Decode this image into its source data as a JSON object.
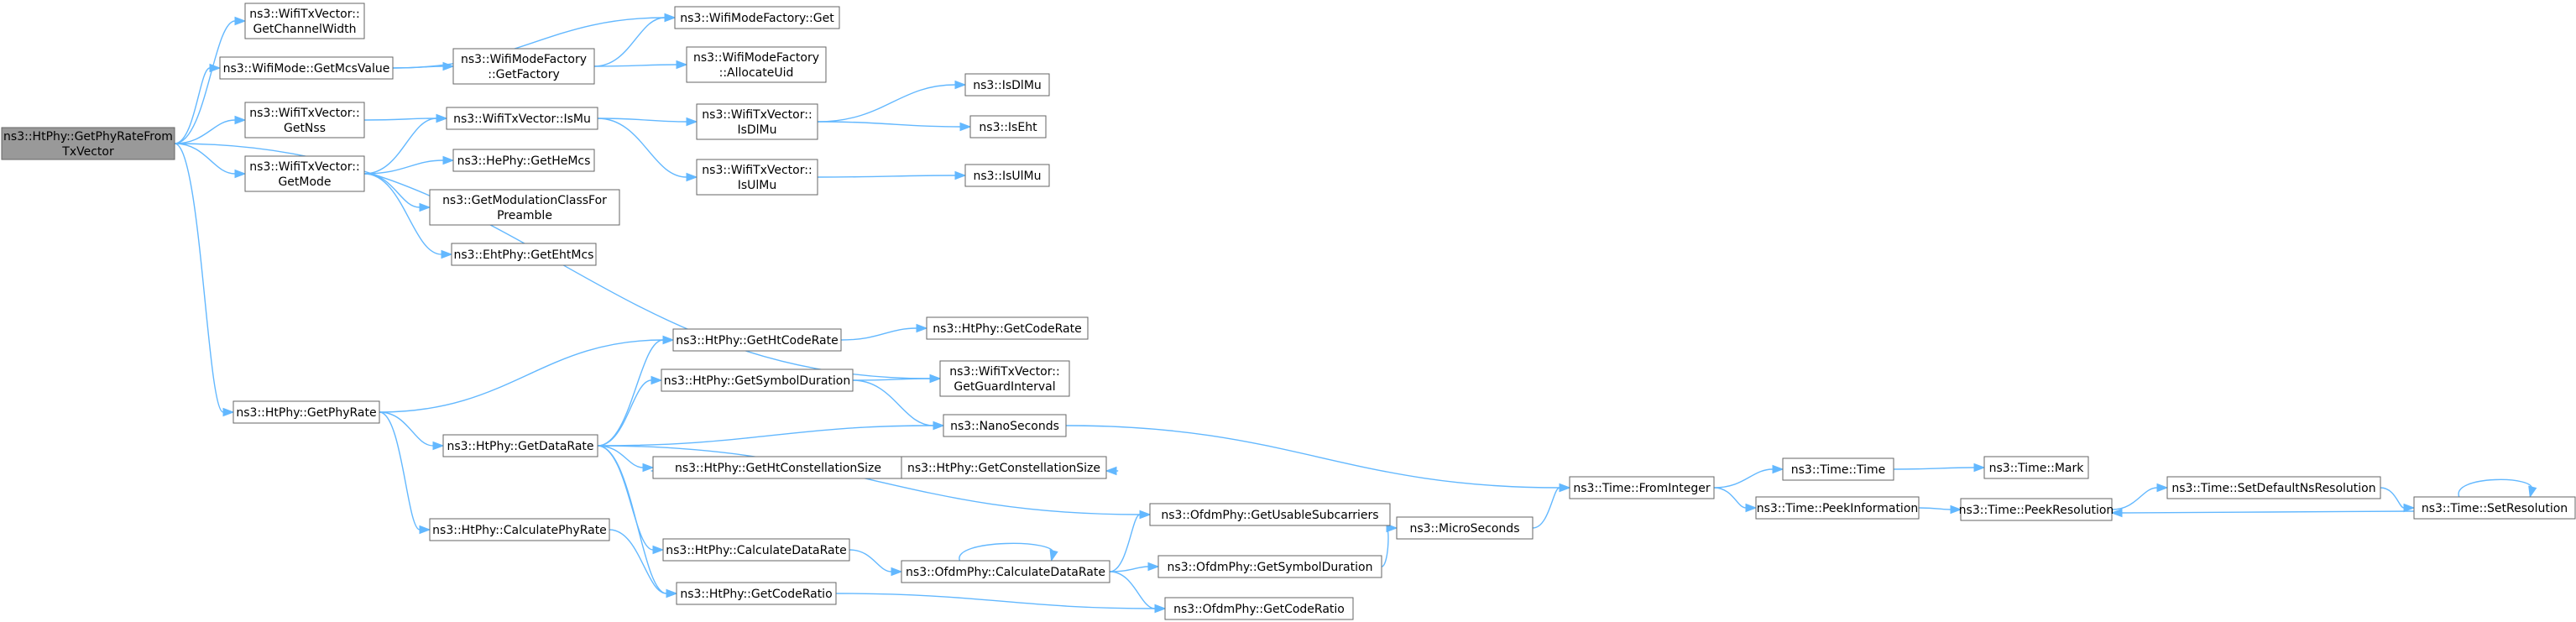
{
  "nodes": [
    {
      "id": "root",
      "lines": [
        "ns3::HtPhy::GetPhyRateFrom",
        "TxVector"
      ],
      "root": true
    },
    {
      "id": "getChannelWidth",
      "lines": [
        "ns3::WifiTxVector::",
        "GetChannelWidth"
      ]
    },
    {
      "id": "getMcsValue",
      "lines": [
        "ns3::WifiMode::GetMcsValue"
      ]
    },
    {
      "id": "getNss",
      "lines": [
        "ns3::WifiTxVector::",
        "GetNss"
      ]
    },
    {
      "id": "getMode",
      "lines": [
        "ns3::WifiTxVector::",
        "GetMode"
      ]
    },
    {
      "id": "getPhyRate",
      "lines": [
        "ns3::HtPhy::GetPhyRate"
      ]
    },
    {
      "id": "modeFactoryGet",
      "lines": [
        "ns3::WifiModeFactory::Get"
      ]
    },
    {
      "id": "getFactory",
      "lines": [
        "ns3::WifiModeFactory",
        "::GetFactory"
      ]
    },
    {
      "id": "allocateUid",
      "lines": [
        "ns3::WifiModeFactory",
        "::AllocateUid"
      ]
    },
    {
      "id": "isMu",
      "lines": [
        "ns3::WifiTxVector::IsMu"
      ]
    },
    {
      "id": "isDlMuTx",
      "lines": [
        "ns3::WifiTxVector::",
        "IsDlMu"
      ]
    },
    {
      "id": "isUlMuTx",
      "lines": [
        "ns3::WifiTxVector::",
        "IsUlMu"
      ]
    },
    {
      "id": "isDlMu",
      "lines": [
        "ns3::IsDlMu"
      ]
    },
    {
      "id": "isEht",
      "lines": [
        "ns3::IsEht"
      ]
    },
    {
      "id": "isUlMu",
      "lines": [
        "ns3::IsUlMu"
      ]
    },
    {
      "id": "getHeMcs",
      "lines": [
        "ns3::HePhy::GetHeMcs"
      ]
    },
    {
      "id": "getModClass",
      "lines": [
        "ns3::GetModulationClassFor",
        "Preamble"
      ]
    },
    {
      "id": "getEhtMcs",
      "lines": [
        "ns3::EhtPhy::GetEhtMcs"
      ]
    },
    {
      "id": "getHtCodeRate",
      "lines": [
        "ns3::HtPhy::GetHtCodeRate"
      ]
    },
    {
      "id": "getCodeRate",
      "lines": [
        "ns3::HtPhy::GetCodeRate"
      ]
    },
    {
      "id": "getGuardInterval",
      "lines": [
        "ns3::WifiTxVector::",
        "GetGuardInterval"
      ]
    },
    {
      "id": "getSymbolDuration",
      "lines": [
        "ns3::HtPhy::GetSymbolDuration"
      ]
    },
    {
      "id": "nanoSeconds",
      "lines": [
        "ns3::NanoSeconds"
      ]
    },
    {
      "id": "getDataRate",
      "lines": [
        "ns3::HtPhy::GetDataRate"
      ]
    },
    {
      "id": "getHtConstSize",
      "lines": [
        "ns3::HtPhy::GetHtConstellationSize"
      ]
    },
    {
      "id": "getConstSize",
      "lines": [
        "ns3::HtPhy::GetConstellationSize"
      ]
    },
    {
      "id": "calcPhyRate",
      "lines": [
        "ns3::HtPhy::CalculatePhyRate"
      ]
    },
    {
      "id": "calcDataRateHt",
      "lines": [
        "ns3::HtPhy::CalculateDataRate"
      ]
    },
    {
      "id": "getCodeRatioHt",
      "lines": [
        "ns3::HtPhy::GetCodeRatio"
      ]
    },
    {
      "id": "usableSubcarriers",
      "lines": [
        "ns3::OfdmPhy::GetUsableSubcarriers"
      ]
    },
    {
      "id": "calcDataRateOfdm",
      "lines": [
        "ns3::OfdmPhy::CalculateDataRate"
      ]
    },
    {
      "id": "ofdmSymbolDuration",
      "lines": [
        "ns3::OfdmPhy::GetSymbolDuration"
      ]
    },
    {
      "id": "ofdmCodeRatio",
      "lines": [
        "ns3::OfdmPhy::GetCodeRatio"
      ]
    },
    {
      "id": "microSeconds",
      "lines": [
        "ns3::MicroSeconds"
      ]
    },
    {
      "id": "fromInteger",
      "lines": [
        "ns3::Time::FromInteger"
      ]
    },
    {
      "id": "timeTime",
      "lines": [
        "ns3::Time::Time"
      ]
    },
    {
      "id": "timeMark",
      "lines": [
        "ns3::Time::Mark"
      ]
    },
    {
      "id": "peekInformation",
      "lines": [
        "ns3::Time::PeekInformation"
      ]
    },
    {
      "id": "peekResolution",
      "lines": [
        "ns3::Time::PeekResolution"
      ]
    },
    {
      "id": "setDefaultNsRes",
      "lines": [
        "ns3::Time::SetDefaultNsResolution"
      ]
    },
    {
      "id": "setResolution",
      "lines": [
        "ns3::Time::SetResolution"
      ]
    }
  ],
  "edges": [
    [
      "root",
      "getChannelWidth"
    ],
    [
      "root",
      "getMcsValue"
    ],
    [
      "root",
      "getNss"
    ],
    [
      "root",
      "getMode"
    ],
    [
      "root",
      "getPhyRate"
    ],
    [
      "root",
      "getGuardInterval"
    ],
    [
      "getMcsValue",
      "modeFactoryGet"
    ],
    [
      "getMcsValue",
      "getFactory"
    ],
    [
      "getFactory",
      "modeFactoryGet"
    ],
    [
      "getFactory",
      "allocateUid"
    ],
    [
      "getNss",
      "isMu"
    ],
    [
      "getMode",
      "isMu"
    ],
    [
      "getMode",
      "getHeMcs"
    ],
    [
      "getMode",
      "getModClass"
    ],
    [
      "getMode",
      "getEhtMcs"
    ],
    [
      "isMu",
      "isDlMuTx"
    ],
    [
      "isMu",
      "isUlMuTx"
    ],
    [
      "isDlMuTx",
      "isDlMu"
    ],
    [
      "isDlMuTx",
      "isEht"
    ],
    [
      "isUlMuTx",
      "isUlMu"
    ],
    [
      "getPhyRate",
      "getHtCodeRate"
    ],
    [
      "getPhyRate",
      "getDataRate"
    ],
    [
      "getPhyRate",
      "calcPhyRate"
    ],
    [
      "getHtCodeRate",
      "getCodeRate"
    ],
    [
      "getDataRate",
      "getHtCodeRate"
    ],
    [
      "getDataRate",
      "getSymbolDuration"
    ],
    [
      "getDataRate",
      "nanoSeconds"
    ],
    [
      "getDataRate",
      "getHtConstSize"
    ],
    [
      "getDataRate",
      "usableSubcarriers"
    ],
    [
      "getDataRate",
      "calcDataRateHt"
    ],
    [
      "getDataRate",
      "getCodeRatioHt"
    ],
    [
      "getSymbolDuration",
      "getGuardInterval"
    ],
    [
      "getSymbolDuration",
      "nanoSeconds"
    ],
    [
      "getHtConstSize",
      "getConstSize"
    ],
    [
      "calcPhyRate",
      "getCodeRatioHt"
    ],
    [
      "calcDataRateHt",
      "calcDataRateOfdm"
    ],
    [
      "getCodeRatioHt",
      "ofdmCodeRatio"
    ],
    [
      "calcDataRateOfdm",
      "usableSubcarriers"
    ],
    [
      "calcDataRateOfdm",
      "ofdmSymbolDuration"
    ],
    [
      "calcDataRateOfdm",
      "ofdmCodeRatio"
    ],
    [
      "calcDataRateOfdm",
      "calcDataRateOfdm"
    ],
    [
      "ofdmSymbolDuration",
      "microSeconds"
    ],
    [
      "nanoSeconds",
      "fromInteger"
    ],
    [
      "microSeconds",
      "fromInteger"
    ],
    [
      "fromInteger",
      "timeTime"
    ],
    [
      "fromInteger",
      "peekInformation"
    ],
    [
      "timeTime",
      "timeMark"
    ],
    [
      "peekInformation",
      "peekResolution"
    ],
    [
      "peekResolution",
      "setDefaultNsRes"
    ],
    [
      "setDefaultNsRes",
      "setResolution"
    ],
    [
      "setResolution",
      "peekResolution"
    ],
    [
      "setResolution",
      "setResolution"
    ]
  ],
  "colors": {
    "edge": "#63b8ff",
    "node_border": "#666666",
    "root_fill": "#999999"
  }
}
